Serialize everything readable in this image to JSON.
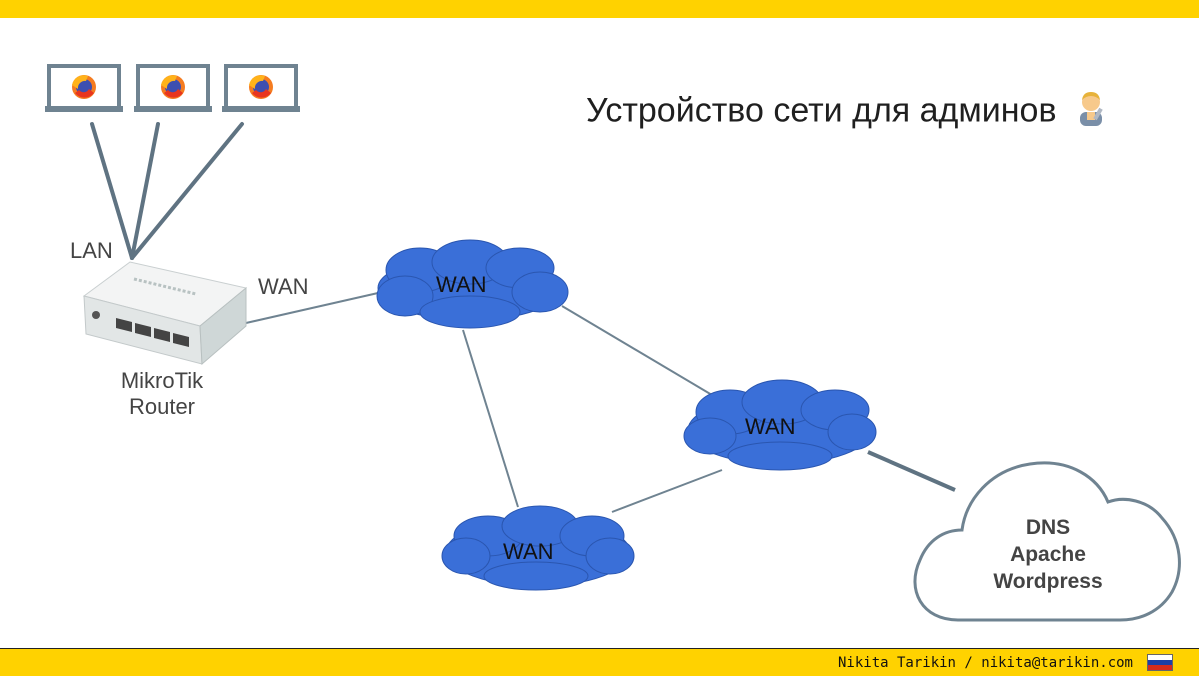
{
  "slide": {
    "title": "Устройство сети для админов",
    "title_icon": "technologist-icon",
    "accent_color": "#FFD200"
  },
  "lan": {
    "label": "LAN",
    "laptops": [
      {
        "icon": "firefox-icon"
      },
      {
        "icon": "firefox-icon"
      },
      {
        "icon": "firefox-icon"
      }
    ]
  },
  "router": {
    "wan_label": "WAN",
    "name_line1": "MikroTik",
    "name_line2": "Router"
  },
  "clouds": {
    "cloud_top": "WAN",
    "cloud_right": "WAN",
    "cloud_bottom": "WAN",
    "cloud_color": "#3A6FD8"
  },
  "server": {
    "lines": [
      "DNS",
      "Apache",
      "Wordpress"
    ]
  },
  "footer": {
    "text": "Nikita Tarikin / nikita@tarikin.com",
    "flag": "russia-flag-icon"
  }
}
